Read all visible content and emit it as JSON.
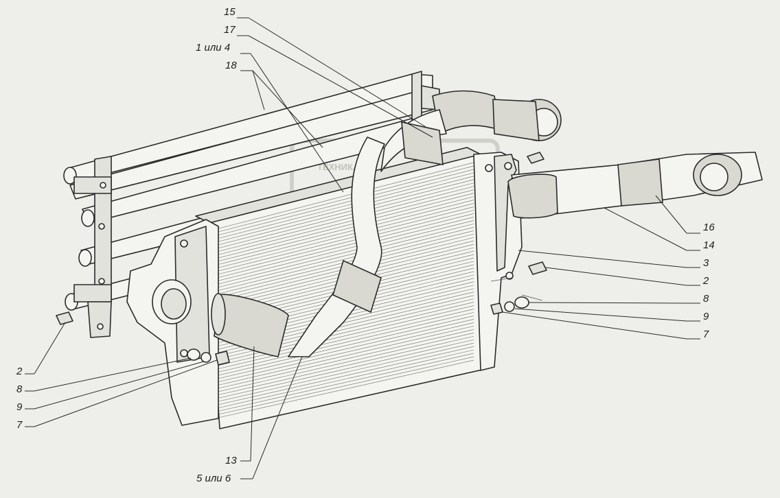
{
  "callouts": [
    {
      "id": "c15",
      "text": "15"
    },
    {
      "id": "c17",
      "text": "17"
    },
    {
      "id": "c1or4",
      "text": "1 или 4"
    },
    {
      "id": "c18",
      "text": "18"
    },
    {
      "id": "c16",
      "text": "16"
    },
    {
      "id": "c14",
      "text": "14"
    },
    {
      "id": "c3",
      "text": "3"
    },
    {
      "id": "c2r",
      "text": "2"
    },
    {
      "id": "c8r",
      "text": "8"
    },
    {
      "id": "c9r",
      "text": "9"
    },
    {
      "id": "c7r",
      "text": "7"
    },
    {
      "id": "c2l",
      "text": "2"
    },
    {
      "id": "c8l",
      "text": "8"
    },
    {
      "id": "c9l",
      "text": "9"
    },
    {
      "id": "c7l",
      "text": "7"
    },
    {
      "id": "c13",
      "text": "13"
    },
    {
      "id": "c5or6",
      "text": "5 или 6"
    }
  ],
  "watermark": {
    "text": "ТЕХНИКА"
  }
}
